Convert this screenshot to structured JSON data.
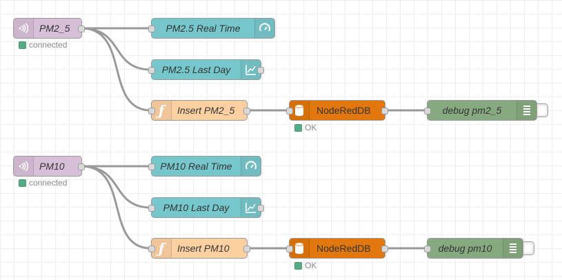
{
  "flows": [
    {
      "mqtt": {
        "label": "PM2_5",
        "status": "connected",
        "icon": "radio-waves-icon"
      },
      "gauge": {
        "label": "PM2.5 Real Time",
        "icon": "gauge-icon"
      },
      "chart": {
        "label": "PM2.5 Last Day",
        "icon": "line-chart-icon"
      },
      "function": {
        "label": "Insert PM2_5",
        "icon": "function-icon"
      },
      "db": {
        "label": "NodeRedDB",
        "status": "OK",
        "icon": "database-icon"
      },
      "debug": {
        "label": "debug pm2_5",
        "icon": "debug-list-icon"
      }
    },
    {
      "mqtt": {
        "label": "PM10",
        "status": "connected",
        "icon": "radio-waves-icon"
      },
      "gauge": {
        "label": "PM10 Real Time",
        "icon": "gauge-icon"
      },
      "chart": {
        "label": "PM10 Last Day",
        "icon": "line-chart-icon"
      },
      "function": {
        "label": "Insert PM10",
        "icon": "function-icon"
      },
      "db": {
        "label": "NodeRedDB",
        "status": "OK",
        "icon": "database-icon"
      },
      "debug": {
        "label": "debug pm10",
        "icon": "debug-list-icon"
      }
    }
  ],
  "colors": {
    "mqtt": "#d8bfd8",
    "dashboard": "#76c7cc",
    "function": "#fdd0a2",
    "database": "#e2770d",
    "debug": "#87a980",
    "status_ok": "#55aa88",
    "wire": "#999999"
  }
}
